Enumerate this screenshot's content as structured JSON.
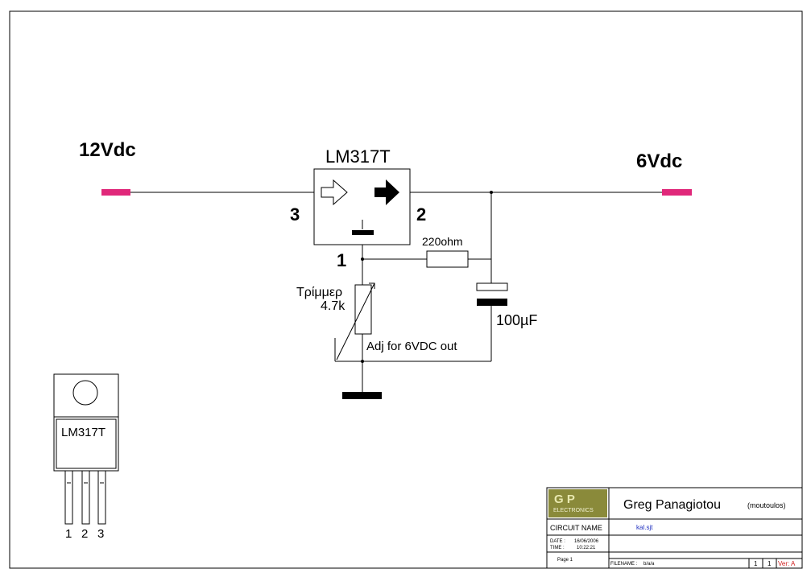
{
  "input": {
    "label": "12Vdc",
    "connector_color": "#e0287a"
  },
  "output": {
    "label": "6Vdc",
    "connector_color": "#e0287a"
  },
  "regulator": {
    "name": "LM317T",
    "pin_in": "3",
    "pin_out": "2",
    "pin_adj": "1"
  },
  "resistor": {
    "value": "220ohm"
  },
  "trimmer": {
    "name": "Τρίμμερ",
    "value": "4.7k",
    "note": "Adj for 6VDC out"
  },
  "capacitor": {
    "value": "100µF"
  },
  "package": {
    "name": "LM317T",
    "pins": [
      "1",
      "2",
      "3"
    ]
  },
  "title_block": {
    "logo_top": "G P",
    "logo_bottom": "ELECTRONICS",
    "author": "Greg Panagiotou",
    "nickname": "(moutoulos)",
    "circuit_name_label": "CIRCUIT NAME",
    "circuit_name": "kal.sjt",
    "date_label": "DATE :",
    "date": "16/06/2006",
    "time_label": "TIME :",
    "time": "10:22:21",
    "page": "Page 1",
    "filename_label": "FILENAME :",
    "filename": "b/a/a",
    "sheet": "1",
    "sheets": "1",
    "version": "Ver: A",
    "version_color": "#d02020"
  }
}
